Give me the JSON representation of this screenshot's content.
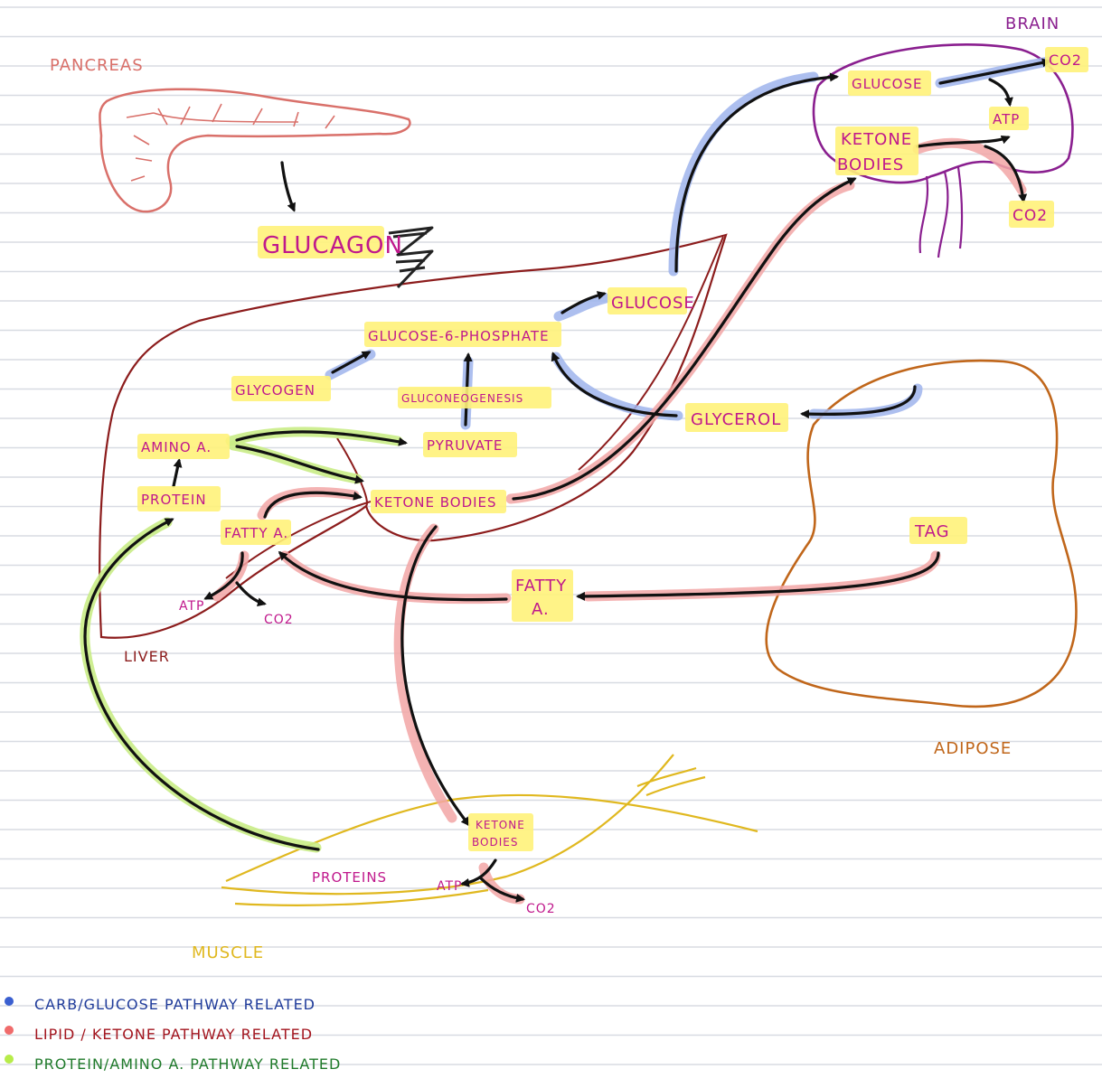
{
  "organs": {
    "pancreas": "PANCREAS",
    "liver": "LIVER",
    "brain": "BRAIN",
    "adipose": "ADIPOSE",
    "muscle": "MUSCLE"
  },
  "labels": {
    "glucagon": "GLUCAGON",
    "glucose6p": "GLUCOSE-6-PHOSPHATE",
    "glucose_liver": "GLUCOSE",
    "glycogen": "GLYCOGEN",
    "gluconeogenesis": "GLUCONEOGENESIS",
    "glycerol": "GLYCEROL",
    "amino_a": "AMINO A.",
    "pyruvate": "PYRUVATE",
    "protein": "PROTEIN",
    "ketone_bodies_liver": "KETONE BODIES",
    "fatty_a_liver": "FATTY A.",
    "atp_liver": "ATP",
    "co2_liver": "CO2",
    "fatty_a_mid_1": "FATTY",
    "fatty_a_mid_2": "A.",
    "tag": "TAG",
    "brain_glucose": "GLUCOSE",
    "brain_ketone_1": "KETONE",
    "brain_ketone_2": "BODIES",
    "brain_atp": "ATP",
    "brain_co2_top": "CO2",
    "brain_co2_bottom": "CO2",
    "muscle_ketone_1": "KETONE",
    "muscle_ketone_2": "BODIES",
    "muscle_proteins": "PROTEINS",
    "muscle_atp": "ATP",
    "muscle_co2": "CO2"
  },
  "legend": [
    {
      "text": "CARB/GLUCOSE PATHWAY RELATED",
      "color": "#3a5fd0",
      "text_color": "#1f3b9a"
    },
    {
      "text": "LIPID / KETONE PATHWAY RELATED",
      "color": "#f06b6b",
      "text_color": "#a3151e"
    },
    {
      "text": "PROTEIN/AMINO A. PATHWAY RELATED",
      "color": "#b7ec4a",
      "text_color": "#1f7a2a"
    }
  ],
  "colors": {
    "pancreas": "#d9706a",
    "liver": "#8c1c1c",
    "brain": "#8a1f8f",
    "adipose": "#c0661a",
    "muscle": "#e0b81f",
    "label": "#c0188c",
    "highlight": "#fff27a"
  }
}
